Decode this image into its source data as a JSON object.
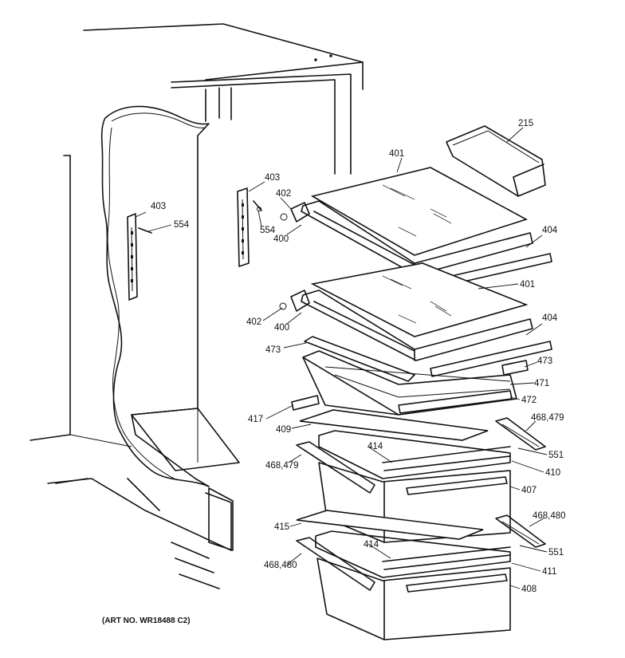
{
  "art_number": "(ART NO. WR18488 C2)",
  "callouts": [
    {
      "id": "215",
      "text": "215"
    },
    {
      "id": "401-top",
      "text": "401"
    },
    {
      "id": "403-left",
      "text": "403"
    },
    {
      "id": "554-left",
      "text": "554"
    },
    {
      "id": "403-right",
      "text": "403"
    },
    {
      "id": "402-top",
      "text": "402"
    },
    {
      "id": "554-right",
      "text": "554"
    },
    {
      "id": "400-top",
      "text": "400"
    },
    {
      "id": "404-top",
      "text": "404"
    },
    {
      "id": "401-mid",
      "text": "401"
    },
    {
      "id": "402-mid",
      "text": "402"
    },
    {
      "id": "400-mid",
      "text": "400"
    },
    {
      "id": "404-mid",
      "text": "404"
    },
    {
      "id": "473-left",
      "text": "473"
    },
    {
      "id": "473-right",
      "text": "473"
    },
    {
      "id": "471",
      "text": "471"
    },
    {
      "id": "472",
      "text": "472"
    },
    {
      "id": "417",
      "text": "417"
    },
    {
      "id": "468-479-right",
      "text": "468,479"
    },
    {
      "id": "409",
      "text": "409"
    },
    {
      "id": "414-top",
      "text": "414"
    },
    {
      "id": "551-top",
      "text": "551"
    },
    {
      "id": "468-479-left",
      "text": "468,479"
    },
    {
      "id": "410",
      "text": "410"
    },
    {
      "id": "407",
      "text": "407"
    },
    {
      "id": "468-480-right",
      "text": "468,480"
    },
    {
      "id": "415",
      "text": "415"
    },
    {
      "id": "414-bottom",
      "text": "414"
    },
    {
      "id": "551-bottom",
      "text": "551"
    },
    {
      "id": "468-480-left",
      "text": "468,480"
    },
    {
      "id": "411",
      "text": "411"
    },
    {
      "id": "408",
      "text": "408"
    }
  ]
}
